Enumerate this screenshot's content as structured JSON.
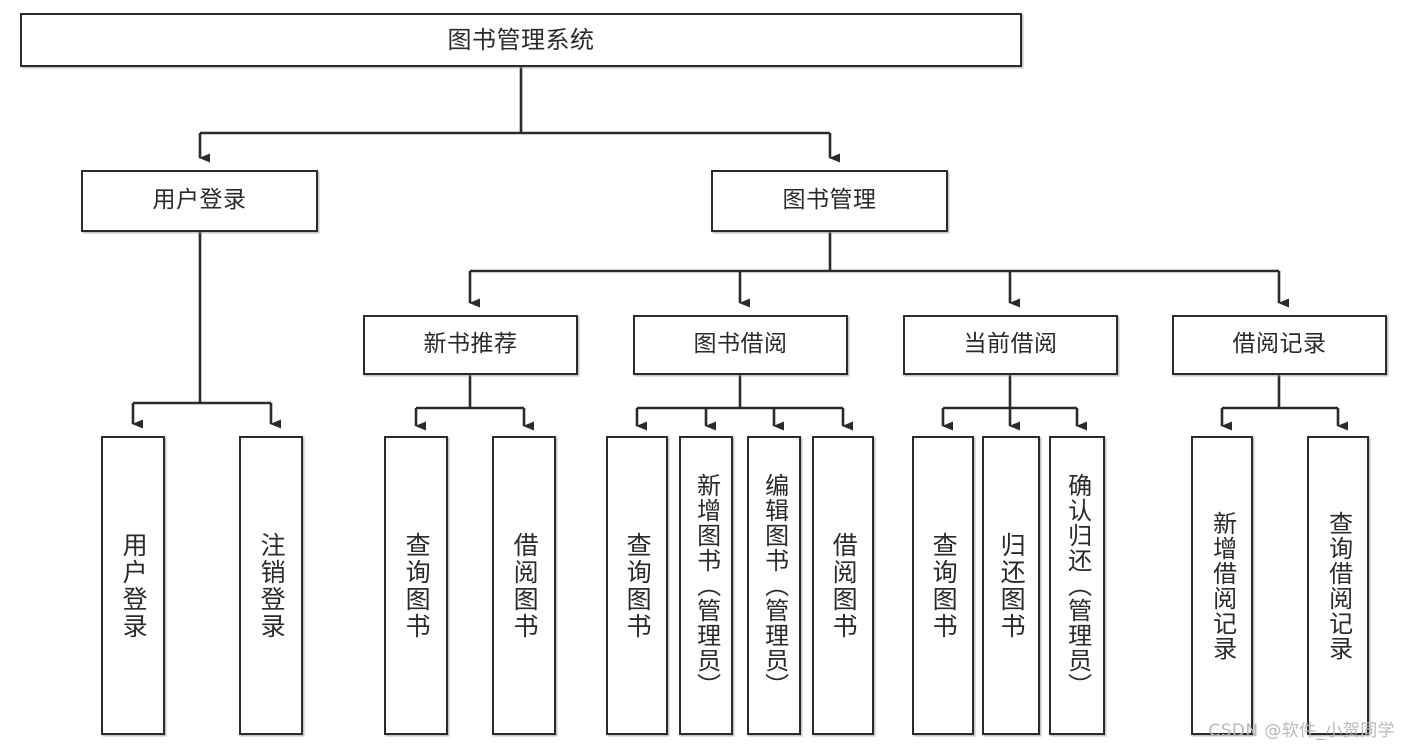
{
  "diagram": {
    "title": "图书管理系统",
    "type": "tree",
    "orientation": "top-down",
    "colors": {
      "node_border": "#2b2b2b",
      "node_fill": "#ffffff",
      "edge": "#2b2b2b",
      "text": "#2a2a2a",
      "watermark": "#b9b9b9",
      "background": "#ffffff"
    },
    "watermark": "CSDN @软件_小贺同学",
    "nodes": {
      "root": {
        "label": "图书管理系统"
      },
      "level2": [
        {
          "id": "user-login",
          "label": "用户登录"
        },
        {
          "id": "book-manage",
          "label": "图书管理"
        }
      ],
      "level3": [
        {
          "id": "new-book-rec",
          "label": "新书推荐"
        },
        {
          "id": "book-borrow",
          "label": "图书借阅"
        },
        {
          "id": "current-borrow",
          "label": "当前借阅"
        },
        {
          "id": "borrow-record",
          "label": "借阅记录"
        }
      ],
      "leaves": {
        "user_login": [
          {
            "id": "leaf-user-login",
            "label": "用户登录"
          },
          {
            "id": "leaf-logout-login",
            "label": "注销登录"
          }
        ],
        "new_book_rec": [
          {
            "id": "leaf-query-book-1",
            "label": "查询图书"
          },
          {
            "id": "leaf-borrow-book-1",
            "label": "借阅图书"
          }
        ],
        "book_borrow": [
          {
            "id": "leaf-query-book-2",
            "label": "查询图书"
          },
          {
            "id": "leaf-add-book",
            "label": "新增图书（管理员）"
          },
          {
            "id": "leaf-edit-book",
            "label": "编辑图书（管理员）"
          },
          {
            "id": "leaf-borrow-book-2",
            "label": "借阅图书"
          }
        ],
        "current_borrow": [
          {
            "id": "leaf-query-book-3",
            "label": "查询图书"
          },
          {
            "id": "leaf-return-book",
            "label": "归还图书"
          },
          {
            "id": "leaf-confirm-return",
            "label": "确认归还（管理员）"
          }
        ],
        "borrow_record": [
          {
            "id": "leaf-add-record",
            "label": "新增借阅记录"
          },
          {
            "id": "leaf-query-record",
            "label": "查询借阅记录"
          }
        ]
      }
    },
    "edges": [
      {
        "from": "图书管理系统",
        "to": "用户登录"
      },
      {
        "from": "图书管理系统",
        "to": "图书管理"
      },
      {
        "from": "用户登录",
        "to": "用户登录"
      },
      {
        "from": "用户登录",
        "to": "注销登录"
      },
      {
        "from": "图书管理",
        "to": "新书推荐"
      },
      {
        "from": "图书管理",
        "to": "图书借阅"
      },
      {
        "from": "图书管理",
        "to": "当前借阅"
      },
      {
        "from": "图书管理",
        "to": "借阅记录"
      },
      {
        "from": "新书推荐",
        "to": "查询图书"
      },
      {
        "from": "新书推荐",
        "to": "借阅图书"
      },
      {
        "from": "图书借阅",
        "to": "查询图书"
      },
      {
        "from": "图书借阅",
        "to": "新增图书（管理员）"
      },
      {
        "from": "图书借阅",
        "to": "编辑图书（管理员）"
      },
      {
        "from": "图书借阅",
        "to": "借阅图书"
      },
      {
        "from": "当前借阅",
        "to": "查询图书"
      },
      {
        "from": "当前借阅",
        "to": "归还图书"
      },
      {
        "from": "当前借阅",
        "to": "确认归还（管理员）"
      },
      {
        "from": "借阅记录",
        "to": "新增借阅记录"
      },
      {
        "from": "借阅记录",
        "to": "查询借阅记录"
      }
    ]
  }
}
